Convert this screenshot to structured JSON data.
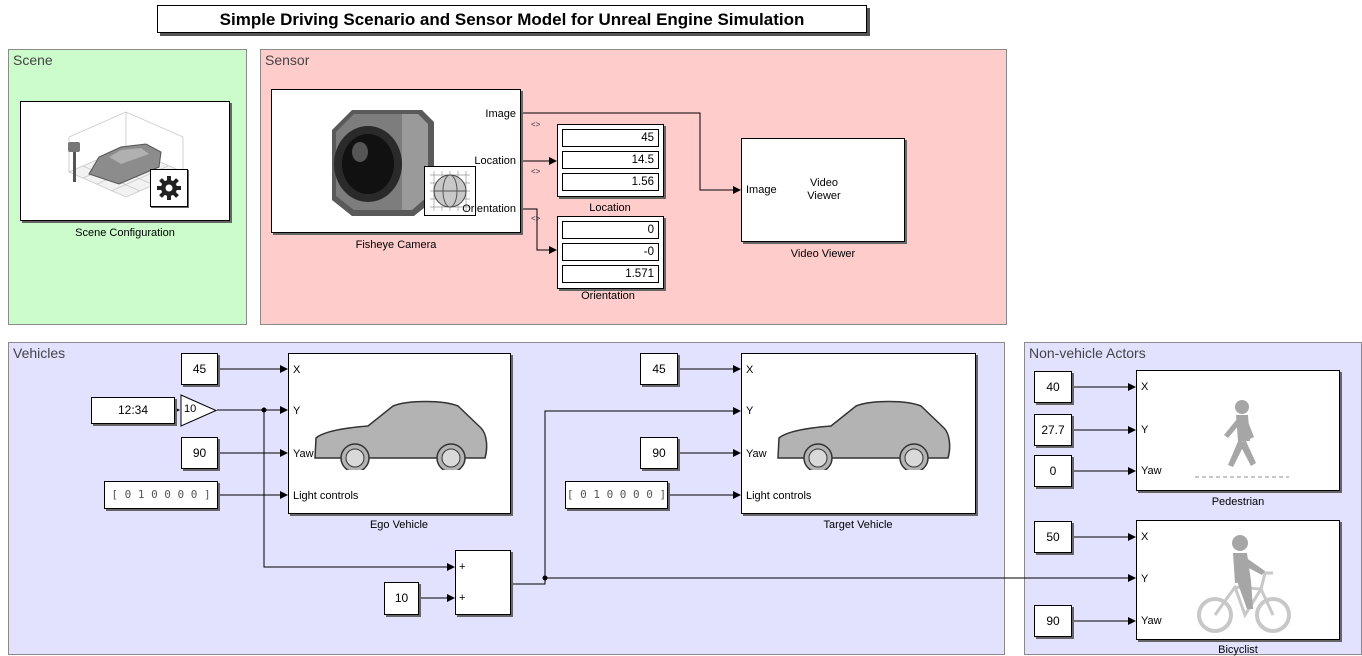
{
  "title": "Simple Driving Scenario and Sensor Model for Unreal Engine Simulation",
  "areas": {
    "scene": "Scene",
    "sensor": "Sensor",
    "vehicles": "Vehicles",
    "nonvehicle": "Non-vehicle Actors"
  },
  "colors": {
    "scene": "#ccfccc",
    "sensor": "#ffcccc",
    "vehicles": "#e2e2ff",
    "nonvehicle": "#e2e2ff"
  },
  "scene_config": {
    "caption": "Scene Configuration",
    "icon": "gear-icon"
  },
  "camera": {
    "caption": "Fisheye Camera",
    "ports": {
      "image": "Image",
      "location": "Location",
      "orientation": "Orientation"
    }
  },
  "location_display": {
    "caption": "Location",
    "values": [
      "45",
      "14.5",
      "1.56"
    ]
  },
  "orientation_display": {
    "caption": "Orientation",
    "values": [
      "0",
      "-0",
      "1.571"
    ]
  },
  "video_viewer": {
    "caption": "Video Viewer",
    "port": "Image",
    "label_line1": "Video",
    "label_line2": "Viewer"
  },
  "signal_marker": "<>",
  "ego": {
    "caption": "Ego Vehicle",
    "x_const": "45",
    "clock": "12:34",
    "gain": "10",
    "yaw_const": "90",
    "light_const": "[ 0 1 0 0 0 0 ]",
    "ports": {
      "x": "X",
      "y": "Y",
      "yaw": "Yaw",
      "light": "Light controls"
    }
  },
  "sum": {
    "const": "10",
    "in1": "+",
    "in2": "+"
  },
  "target": {
    "caption": "Target Vehicle",
    "x_const": "45",
    "yaw_const": "90",
    "light_const": "[ 0 1 0 0 0 0 ]",
    "ports": {
      "x": "X",
      "y": "Y",
      "yaw": "Yaw",
      "light": "Light controls"
    }
  },
  "pedestrian": {
    "caption": "Pedestrian",
    "x_const": "40",
    "y_const": "27.7",
    "yaw_const": "0",
    "ports": {
      "x": "X",
      "y": "Y",
      "yaw": "Yaw"
    }
  },
  "bicyclist": {
    "caption": "Bicyclist",
    "x_const": "50",
    "yaw_const": "90",
    "ports": {
      "x": "X",
      "y": "Y",
      "yaw": "Yaw"
    }
  }
}
